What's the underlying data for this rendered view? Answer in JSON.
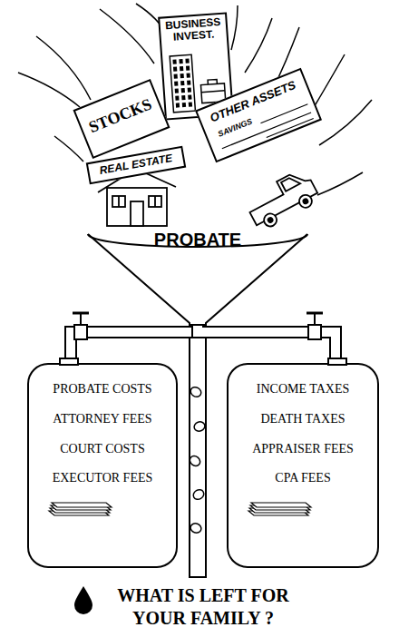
{
  "diagram": {
    "title": "WHAT IS LEFT FOR YOUR FAMILY ?",
    "nodes": [
      {
        "text": [
          "BUSINESS INVEST."
        ]
      },
      {
        "text": [
          "STOCKS"
        ]
      },
      {
        "text": [
          "OTHER ASSETS",
          "SAVINGS"
        ]
      },
      {
        "text": [
          "REAL ESTATE"
        ]
      },
      {
        "text": [
          "PROBATE"
        ]
      },
      {
        "text": [
          "PROBATE COSTS",
          "ATTORNEY FEES",
          "COURT COSTS",
          "EXECUTOR FEES"
        ]
      },
      {
        "text": [
          "INCOME TAXES",
          "DEATH TAXES",
          "APPRAISER FEES",
          "CPA FEES"
        ]
      }
    ],
    "edges": [
      {
        "from": 4,
        "to": 5,
        "arrow": "none"
      },
      {
        "from": 4,
        "to": 6,
        "arrow": "none"
      }
    ]
  }
}
